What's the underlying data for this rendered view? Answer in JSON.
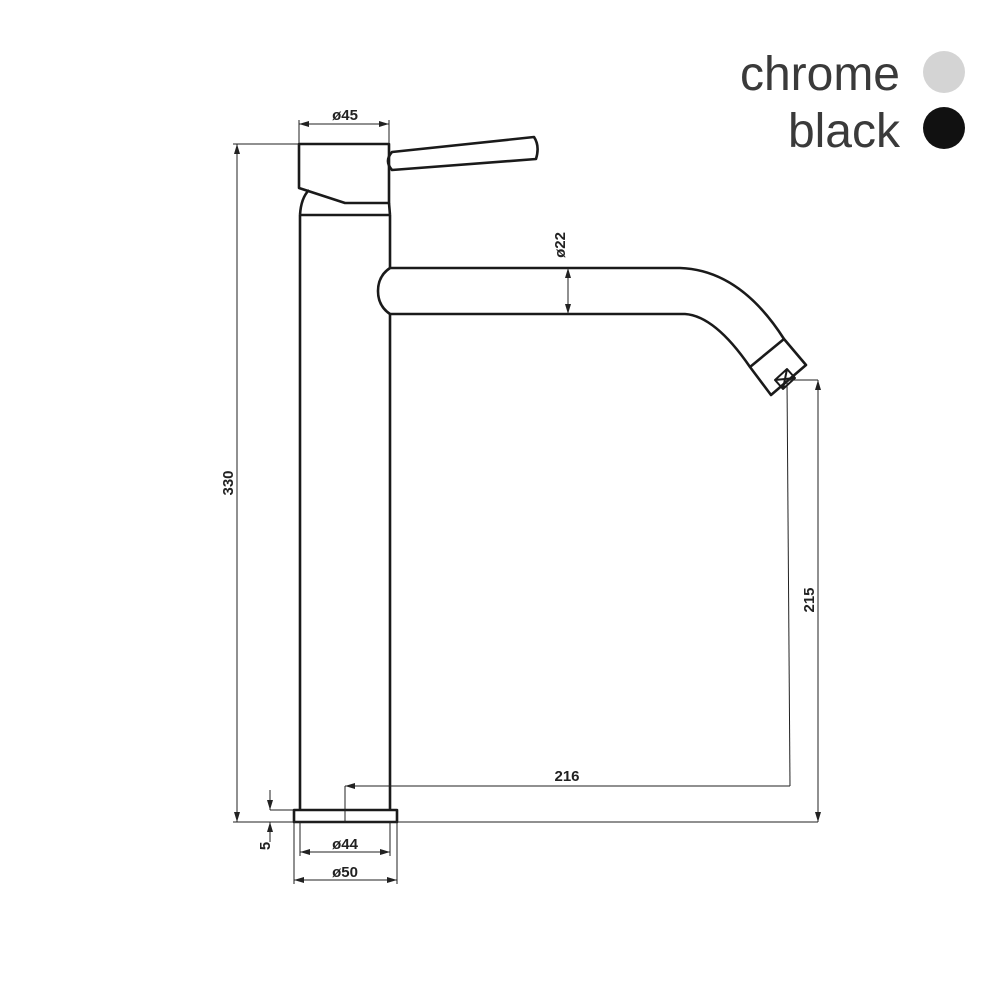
{
  "legend": [
    {
      "label": "chrome",
      "color": "#d4d4d4"
    },
    {
      "label": "black",
      "color": "#111111"
    }
  ],
  "dimensions": {
    "handle_diameter": "ø45",
    "spout_diameter": "ø22",
    "total_height": "330",
    "spout_height": "215",
    "spout_reach": "216",
    "base_thickness": "5",
    "body_diameter": "ø44",
    "base_diameter": "ø50"
  }
}
